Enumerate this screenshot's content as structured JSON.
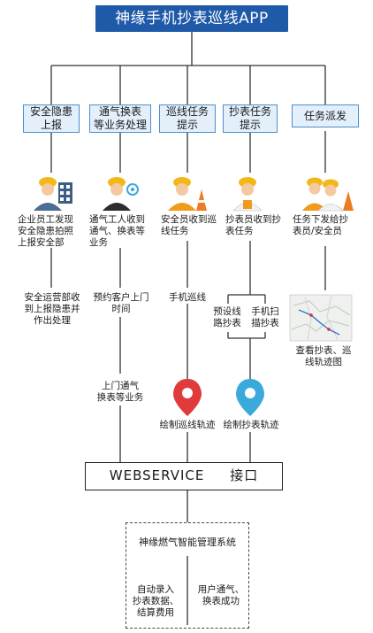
{
  "title": "神缘手机抄表巡线APP",
  "categories": [
    {
      "lines": [
        "安全隐患",
        "上报"
      ]
    },
    {
      "lines": [
        "通气换表",
        "等业务处理"
      ]
    },
    {
      "lines": [
        "巡线任务",
        "提示"
      ]
    },
    {
      "lines": [
        "抄表任务",
        "提示"
      ]
    },
    {
      "lines": [
        "任务派发"
      ]
    }
  ],
  "row1": [
    [
      "企业员工发现",
      "安全隐患拍照",
      "上报安全部"
    ],
    [
      "通气工人收到",
      "通气、换表等",
      "业务"
    ],
    [
      "安全员收到巡",
      "线任务"
    ],
    [
      "抄表员收到抄",
      "表任务"
    ],
    [
      "任务下发给抄",
      "表员/安全员"
    ]
  ],
  "row2": {
    "col1": [
      "安全运营部收",
      "到上报隐患并",
      "作出处理"
    ],
    "col2": [
      "预约客户上门",
      "时间"
    ],
    "col3": [
      "手机巡线"
    ],
    "col4a": [
      "预设线",
      "路抄表"
    ],
    "col4b": [
      "手机扫",
      "描抄表"
    ],
    "col5": [
      "查看抄表、巡",
      "线轨迹图"
    ]
  },
  "row3": {
    "col2": [
      "上门通气",
      "换表等业务"
    ],
    "col3": [
      "绘制巡线轨迹"
    ],
    "col4": [
      "绘制抄表轨迹"
    ]
  },
  "webservice": {
    "name": "WEBSERVICE",
    "suffix": "接口"
  },
  "system": {
    "title": "神缘燃气智能管理系统",
    "left": [
      "自动录入",
      "抄表数据、",
      "结算费用"
    ],
    "right": [
      "用户通气、",
      "换表成功"
    ]
  },
  "colors": {
    "title_bg": "#1f5aa8",
    "box_border": "#4a8fce",
    "box_fill": "#e3f0fb",
    "pin_red": "#e03a3a",
    "pin_blue": "#3aa9dc"
  }
}
